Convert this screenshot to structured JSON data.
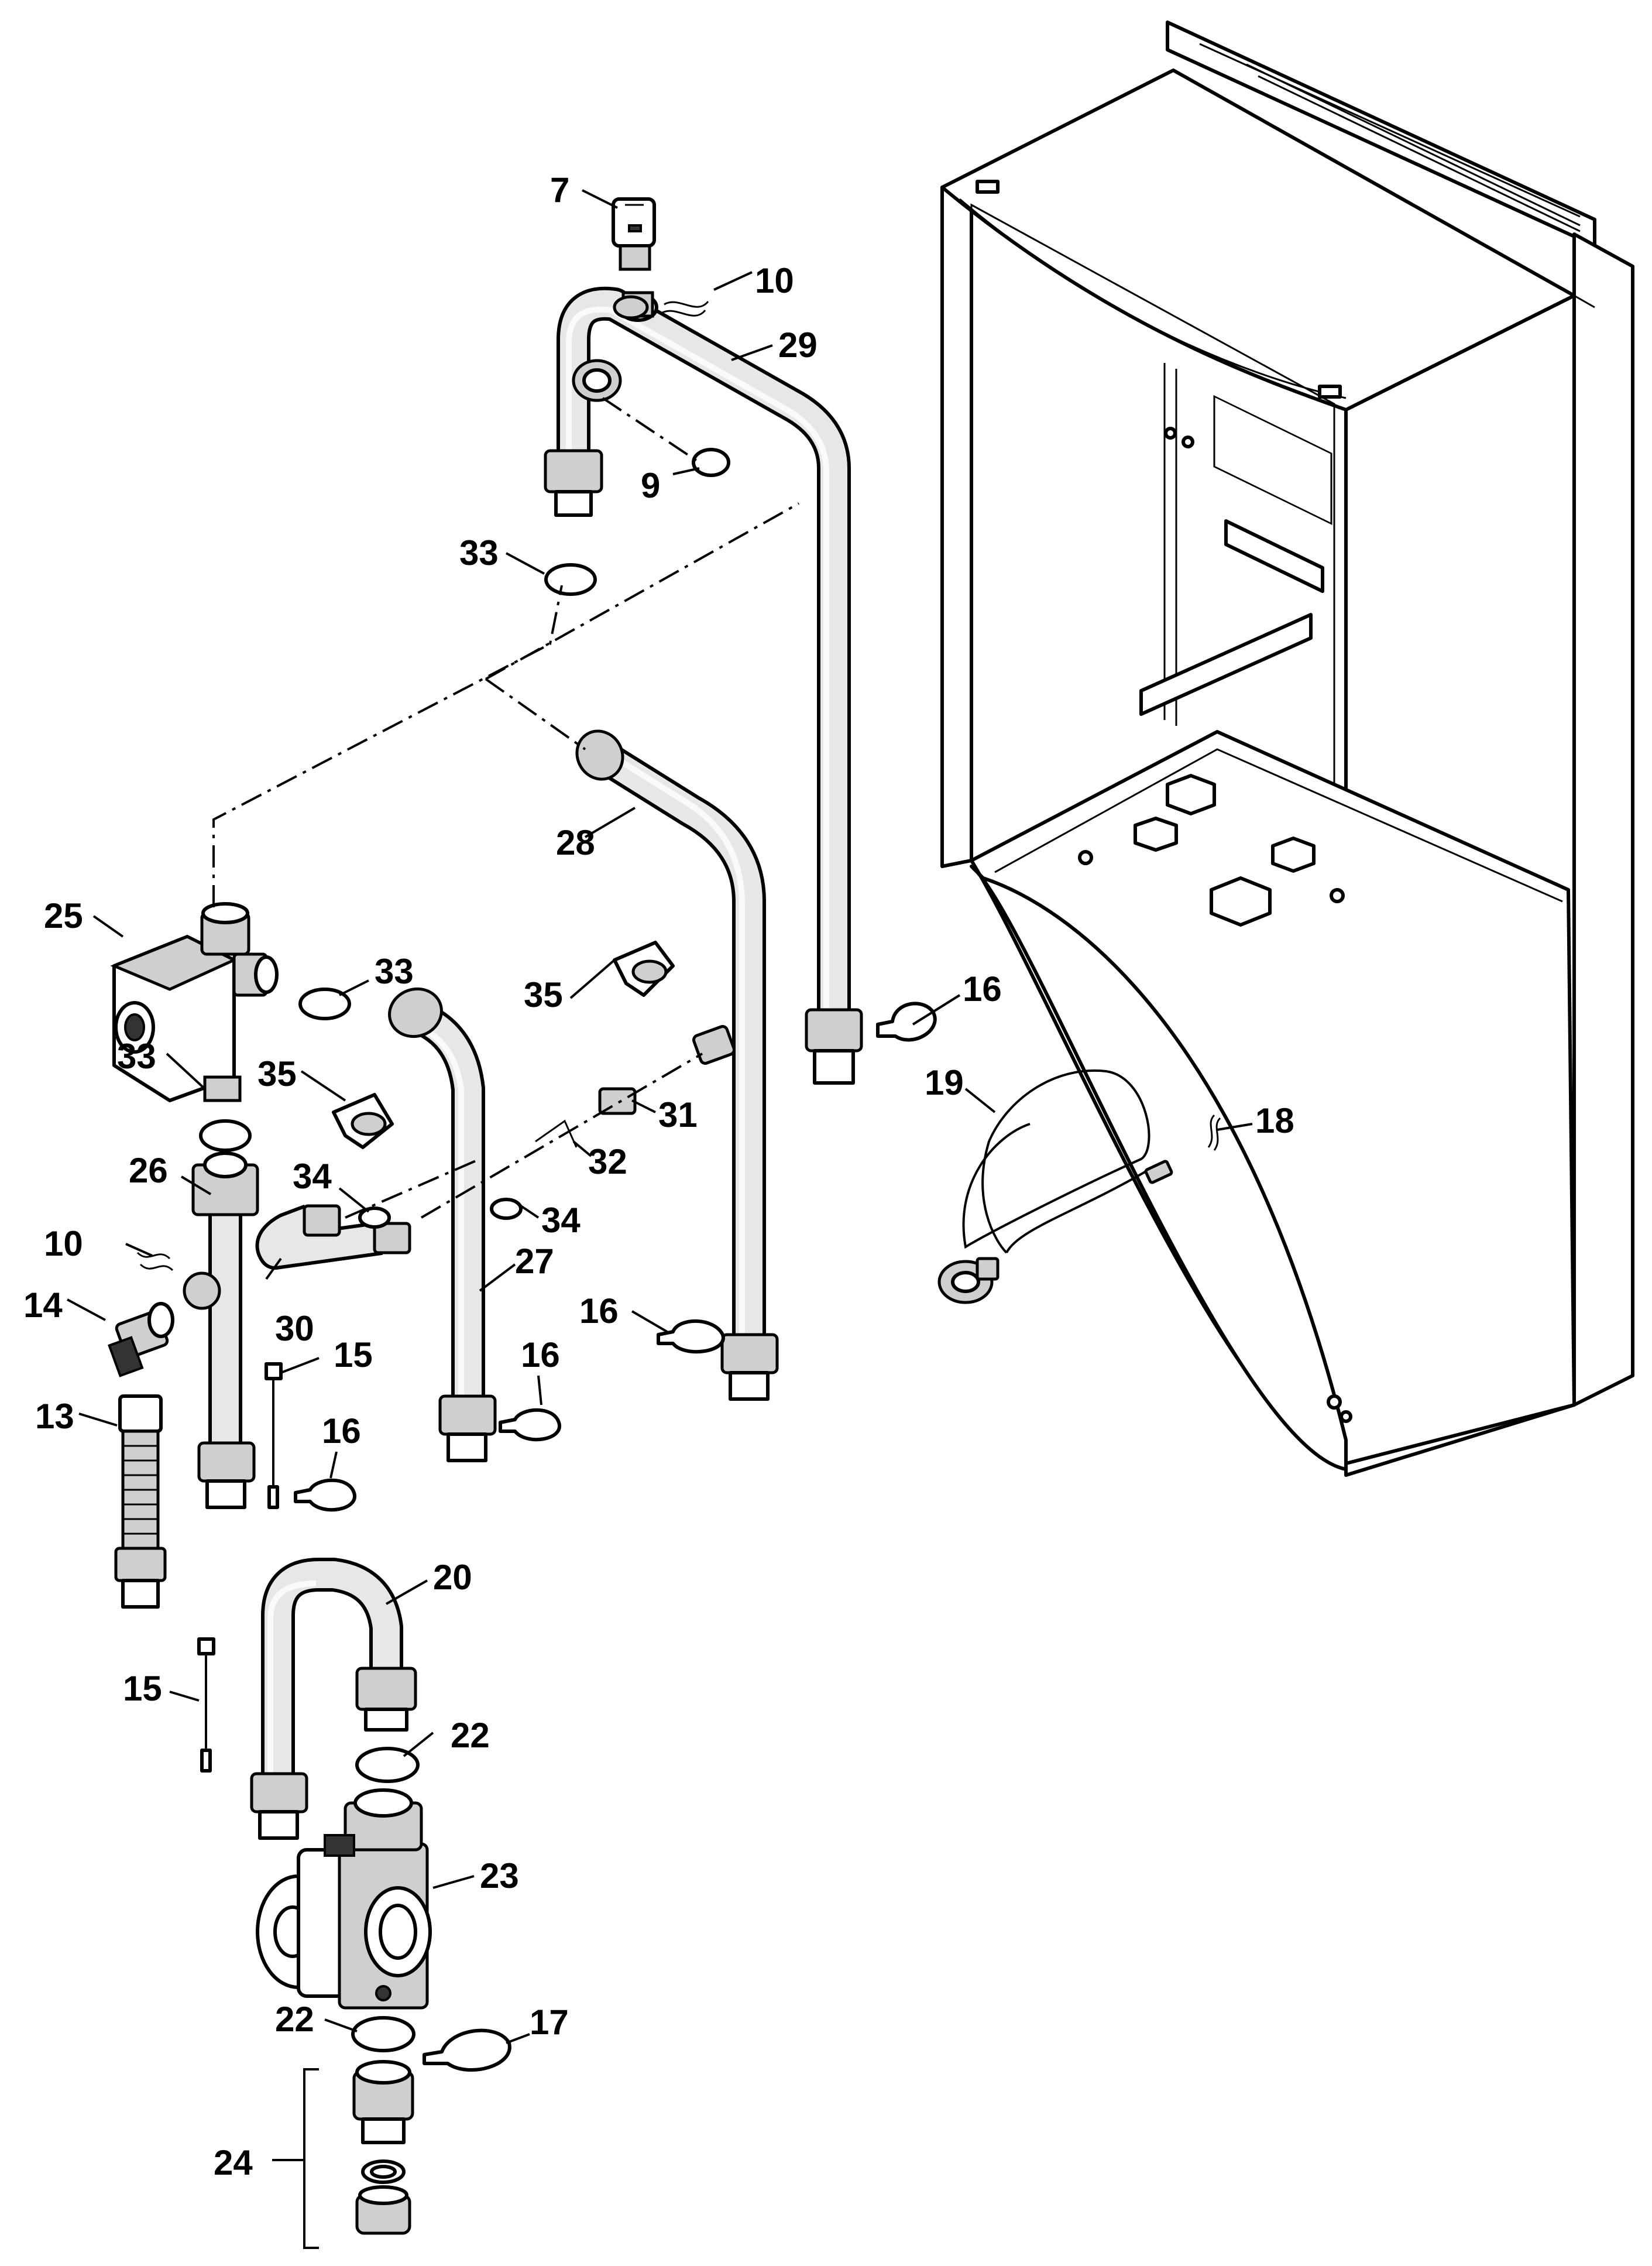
{
  "diagram": {
    "labels": [
      {
        "id": "7",
        "text": "7"
      },
      {
        "id": "10a",
        "text": "10"
      },
      {
        "id": "29",
        "text": "29"
      },
      {
        "id": "9",
        "text": "9"
      },
      {
        "id": "33a",
        "text": "33"
      },
      {
        "id": "28",
        "text": "28"
      },
      {
        "id": "25",
        "text": "25"
      },
      {
        "id": "33b",
        "text": "33"
      },
      {
        "id": "16a",
        "text": "16"
      },
      {
        "id": "35a",
        "text": "35"
      },
      {
        "id": "19",
        "text": "19"
      },
      {
        "id": "18",
        "text": "18"
      },
      {
        "id": "33c",
        "text": "33"
      },
      {
        "id": "35b",
        "text": "35"
      },
      {
        "id": "31",
        "text": "31"
      },
      {
        "id": "26",
        "text": "26"
      },
      {
        "id": "32",
        "text": "32"
      },
      {
        "id": "34a",
        "text": "34"
      },
      {
        "id": "34b",
        "text": "34"
      },
      {
        "id": "10b",
        "text": "10"
      },
      {
        "id": "27",
        "text": "27"
      },
      {
        "id": "14",
        "text": "14"
      },
      {
        "id": "16b",
        "text": "16"
      },
      {
        "id": "30",
        "text": "30"
      },
      {
        "id": "15a",
        "text": "15"
      },
      {
        "id": "16c",
        "text": "16"
      },
      {
        "id": "13",
        "text": "13"
      },
      {
        "id": "16d",
        "text": "16"
      },
      {
        "id": "20",
        "text": "20"
      },
      {
        "id": "15b",
        "text": "15"
      },
      {
        "id": "22a",
        "text": "22"
      },
      {
        "id": "23",
        "text": "23"
      },
      {
        "id": "22b",
        "text": "22"
      },
      {
        "id": "17",
        "text": "17"
      },
      {
        "id": "24",
        "text": "24"
      }
    ]
  }
}
